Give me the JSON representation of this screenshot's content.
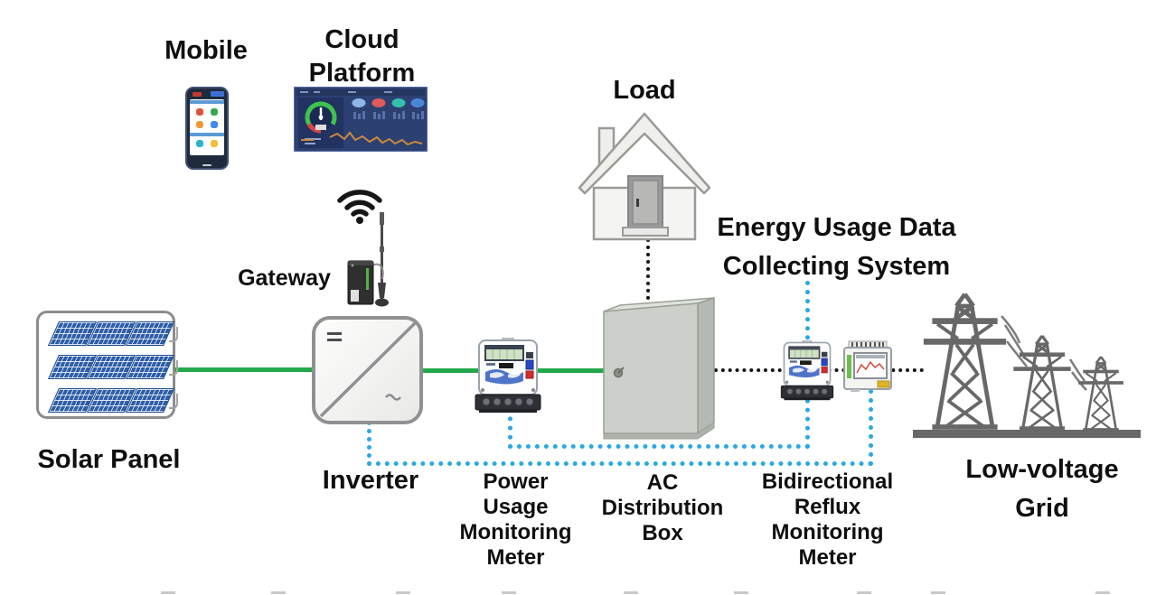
{
  "diagram_title": "Solar PV energy monitoring system diagram",
  "labels": {
    "mobile": "Mobile",
    "cloud_platform": "Cloud\nPlatform",
    "gateway": "Gateway",
    "load": "Load",
    "energy_system": "Energy Usage Data\nCollecting System",
    "solar_panel": "Solar Panel",
    "inverter": "Inverter",
    "power_meter": "Power\nUsage\nMonitoring\nMeter",
    "ac_box": "AC\nDistribution\nBox",
    "bidirectional_meter": "Bidirectional\nReflux\nMonitoring\nMeter",
    "grid": "Low-voltage\nGrid"
  },
  "colors": {
    "pv_line_green": "#23a84b",
    "data_line_blue": "#2aa9e0",
    "ac_line_black": "#141414",
    "text_color": "#0f0f0f",
    "tower_gray": "#686868",
    "panel_blue": "#2d5da8",
    "dashboard_navy": "#2c4072",
    "lcd_green": "#cfe0c4",
    "meter_accent_blue": "#4f74c8",
    "alert_red": "#d42d2d",
    "din_green": "#6cbf4a",
    "din_yellow": "#ddb32a"
  },
  "icons": {
    "wifi_icon": "three-arcs-with-dot",
    "antenna_icon": "rod-antenna-with-base",
    "house_icon": "house-with-chimney-and-door",
    "solar_panel_icon": "3x3-blue-pv-modules",
    "inverter_icon": "rounded-box-dc-ac-diagonal",
    "meter_icon": "electric-energy-meter",
    "din_meter_icon": "din-rail-monitoring-device",
    "distribution_box_icon": "gray-metal-cabinet",
    "tower_icon": "transmission-towers",
    "phone_icon": "smartphone-with-app-grid",
    "dashboard_icon": "dark-analytics-dashboard"
  }
}
